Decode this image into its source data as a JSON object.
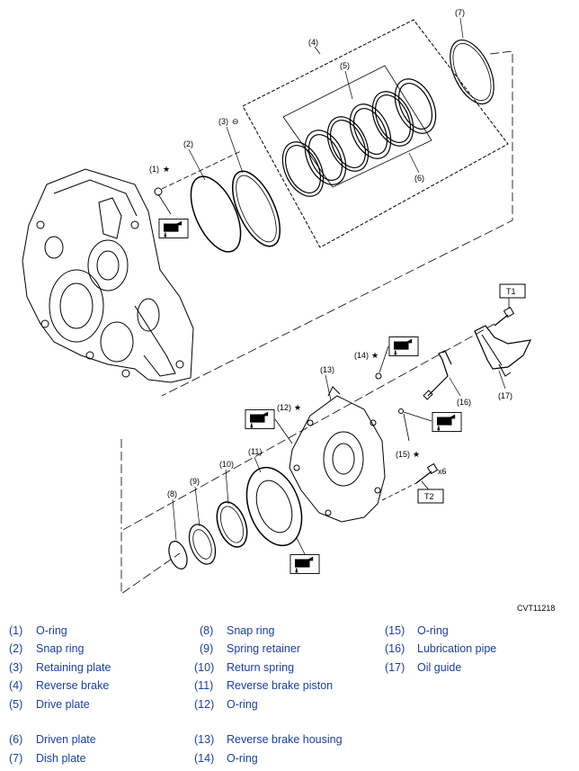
{
  "diagram": {
    "code": "CVT11218",
    "callouts": {
      "c1": "(1)",
      "c2": "(2)",
      "c3": "(3)",
      "c4": "(4)",
      "c5": "(5)",
      "c6": "(6)",
      "c7": "(7)",
      "c8": "(8)",
      "c9": "(9)",
      "c10": "(10)",
      "c11": "(11)",
      "c12": "(12)",
      "c13": "(13)",
      "c14": "(14)",
      "c15": "(15)",
      "c16": "(16)",
      "c17": "(17)"
    },
    "torque_labels": {
      "t1": "T1",
      "t2": "T2"
    },
    "quantity": "x6",
    "star": "★",
    "replace_symbol": "⊖"
  },
  "legend": [
    {
      "num": "(1)",
      "label": "O-ring"
    },
    {
      "num": "(2)",
      "label": "Snap ring"
    },
    {
      "num": "(3)",
      "label": "Retaining plate"
    },
    {
      "num": "(4)",
      "label": "Reverse brake"
    },
    {
      "num": "(5)",
      "label": "Drive plate"
    },
    {
      "num": "(6)",
      "label": "Driven plate"
    },
    {
      "num": "(7)",
      "label": "Dish plate"
    },
    {
      "num": "(8)",
      "label": "Snap ring"
    },
    {
      "num": "(9)",
      "label": "Spring retainer"
    },
    {
      "num": "(10)",
      "label": "Return spring"
    },
    {
      "num": "(11)",
      "label": "Reverse brake piston"
    },
    {
      "num": "(12)",
      "label": "O-ring"
    },
    {
      "num": "(13)",
      "label": "Reverse brake housing"
    },
    {
      "num": "(14)",
      "label": "O-ring"
    },
    {
      "num": "(15)",
      "label": "O-ring"
    },
    {
      "num": "(16)",
      "label": "Lubrication pipe"
    },
    {
      "num": "(17)",
      "label": "Oil guide"
    }
  ]
}
